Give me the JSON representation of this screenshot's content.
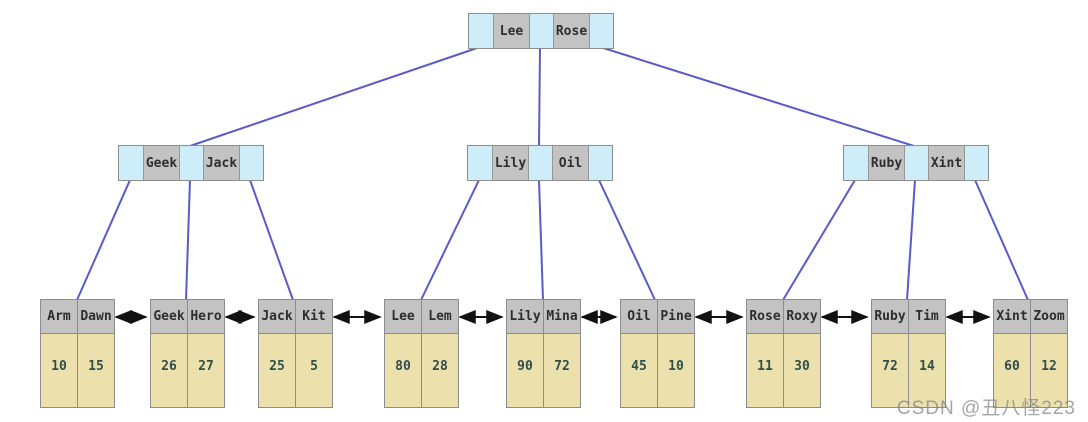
{
  "tree": {
    "type": "bplus-tree-diagram",
    "root": {
      "keys": [
        "Lee",
        "Rose"
      ]
    },
    "internal_nodes": [
      {
        "keys": [
          "Geek",
          "Jack"
        ]
      },
      {
        "keys": [
          "Lily",
          "Oil"
        ]
      },
      {
        "keys": [
          "Ruby",
          "Xint"
        ]
      }
    ],
    "leaf_nodes": [
      {
        "keys": [
          "Arm",
          "Dawn"
        ],
        "values": [
          "10",
          "15"
        ]
      },
      {
        "keys": [
          "Geek",
          "Hero"
        ],
        "values": [
          "26",
          "27"
        ]
      },
      {
        "keys": [
          "Jack",
          "Kit"
        ],
        "values": [
          "25",
          "5"
        ]
      },
      {
        "keys": [
          "Lee",
          "Lem"
        ],
        "values": [
          "80",
          "28"
        ]
      },
      {
        "keys": [
          "Lily",
          "Mina"
        ],
        "values": [
          "90",
          "72"
        ]
      },
      {
        "keys": [
          "Oil",
          "Pine"
        ],
        "values": [
          "45",
          "10"
        ]
      },
      {
        "keys": [
          "Rose",
          "Roxy"
        ],
        "values": [
          "11",
          "30"
        ]
      },
      {
        "keys": [
          "Ruby",
          "Tim"
        ],
        "values": [
          "72",
          "14"
        ]
      },
      {
        "keys": [
          "Xint",
          "Zoom"
        ],
        "values": [
          "60",
          "12"
        ]
      }
    ]
  },
  "watermark": "CSDN @丑八怪223",
  "colors": {
    "pointer_cell": "#cdeef8",
    "key_cell": "#c3c3c3",
    "value_cell": "#ece1ac",
    "cell_border": "#8d8d8d",
    "tree_edge": "#5a5ac9",
    "leaf_link_arrow": "#111111",
    "watermark_text": "#7d8389"
  }
}
